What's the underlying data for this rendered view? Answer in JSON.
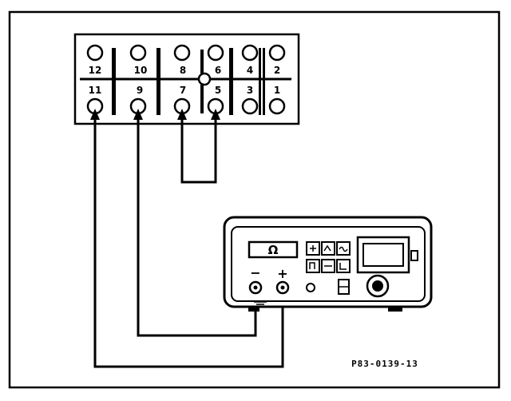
{
  "diagram": {
    "connector": {
      "pins_top_row": [
        "12",
        "10",
        "8",
        "6",
        "4",
        "2"
      ],
      "pins_bottom_row": [
        "11",
        "9",
        "7",
        "5",
        "3",
        "1"
      ]
    },
    "meter": {
      "display_symbol": "Ω",
      "negative_terminal": "−",
      "positive_terminal": "+"
    },
    "figure_id": "P83-0139-13"
  }
}
